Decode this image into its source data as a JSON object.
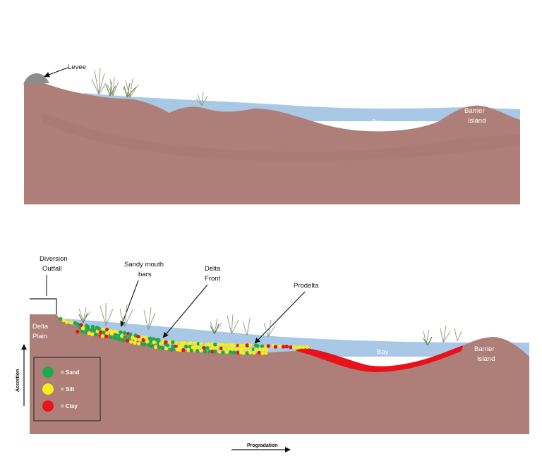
{
  "colors": {
    "land": "#ae7f78",
    "land_shadow": "#a3736c",
    "water": "#a9c8e6",
    "levee": "#8c8c8c",
    "sand": "#1ea84a",
    "silt": "#f4ee1a",
    "clay": "#e8121a",
    "grass": "#9aa28a"
  },
  "top_panel": {
    "levee_label": "Levee",
    "bay_label": "Bay",
    "barrier_label_line1": "Barrier",
    "barrier_label_line2": "Island"
  },
  "bottom_panel": {
    "diversion_line1": "Diversion",
    "diversion_line2": "Outfall",
    "mouth_bars_line1": "Sandy mouth",
    "mouth_bars_line2": "bars",
    "delta_front_line1": "Delta",
    "delta_front_line2": "Front",
    "prodelta_label": "Prodelta",
    "delta_plain_line1": "Delta",
    "delta_plain_line2": "Plain",
    "bay_label": "Bay",
    "barrier_label_line1": "Barrier",
    "barrier_label_line2": "Island"
  },
  "legend": {
    "items": [
      {
        "label": "= Sand",
        "color_key": "sand"
      },
      {
        "label": "= Silt",
        "color_key": "silt"
      },
      {
        "label": "= Clay",
        "color_key": "clay"
      }
    ]
  },
  "axes": {
    "vertical_label": "Accretion",
    "horizontal_label": "Progradation"
  }
}
